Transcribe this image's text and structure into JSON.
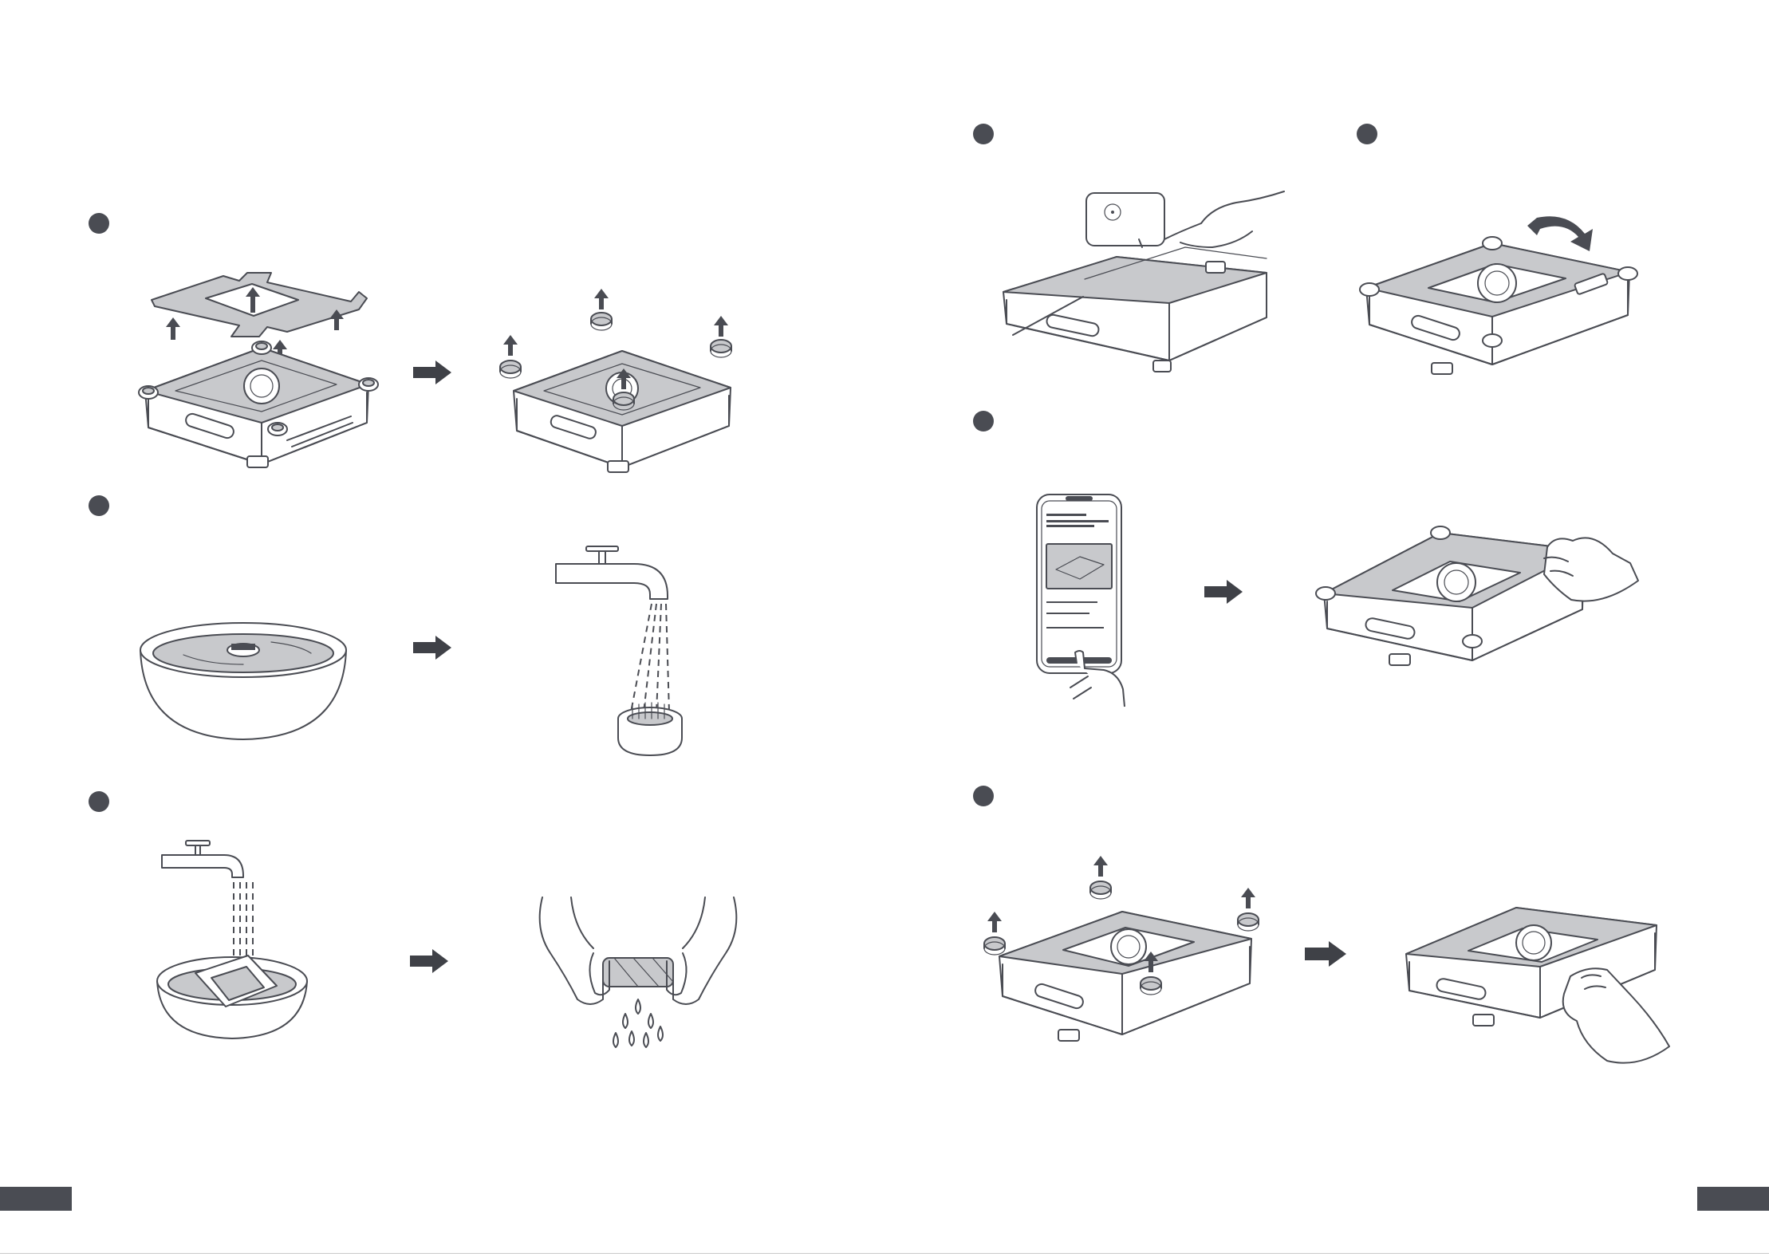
{
  "page": {
    "colors": {
      "ink": "#4a4c53",
      "panel": "#c8c9cc",
      "background": "#ffffff"
    }
  },
  "left_page": {
    "steps": [
      {
        "id": "step-1",
        "icons": [
          "lift-off-panel-icon",
          "remove-rollers-icon"
        ]
      },
      {
        "id": "step-2",
        "icons": [
          "soak-in-bowl-icon",
          "rinse-under-tap-icon"
        ]
      },
      {
        "id": "step-3",
        "icons": [
          "wash-cloth-icon",
          "wring-cloth-icon"
        ]
      }
    ]
  },
  "right_page": {
    "steps": [
      {
        "id": "step-4",
        "icons": [
          "press-button-icon"
        ]
      },
      {
        "id": "step-5",
        "icons": [
          "flip-device-icon"
        ]
      },
      {
        "id": "step-6",
        "icons": [
          "app-confirm-icon",
          "wipe-device-icon"
        ]
      },
      {
        "id": "step-7",
        "icons": [
          "remove-wheels-icon",
          "wipe-underside-icon"
        ]
      }
    ]
  }
}
